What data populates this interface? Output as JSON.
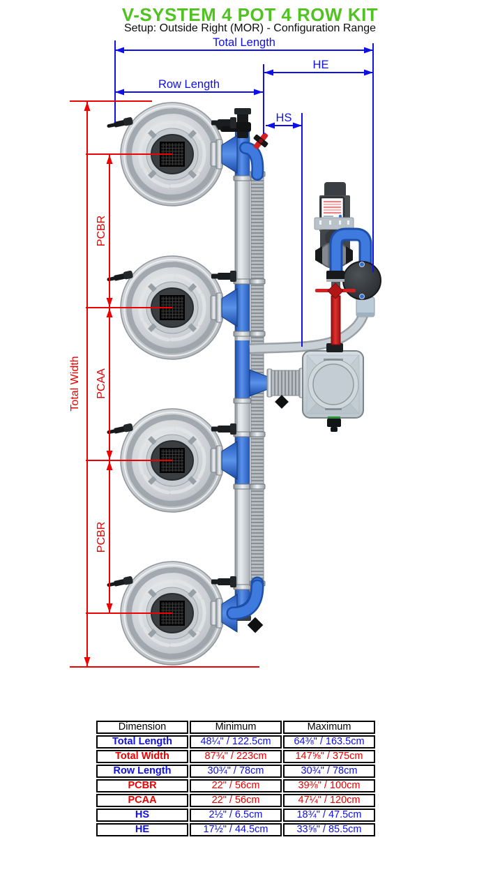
{
  "header": {
    "title": "V-SYSTEM 4 POT 4 ROW KIT",
    "subtitle": "Setup: Outside Right (MOR) - Configuration Range"
  },
  "colors": {
    "title_green": "#50c322",
    "dimension_blue": "#0f0fe8",
    "dimension_red": "#ec0000",
    "pipe_blue": "#2f6fd6"
  },
  "diagram": {
    "labels": {
      "total_length": "Total Length",
      "he": "HE",
      "row_length": "Row Length",
      "hs": "HS",
      "total_width": "Total Width",
      "pcbr_top": "PCBR",
      "pcaa": "PCAA",
      "pcbr_bottom": "PCBR"
    }
  },
  "table": {
    "headers": [
      "Dimension",
      "Minimum",
      "Maximum"
    ],
    "rows": [
      {
        "label": "Total Length",
        "min": "48¼\" / 122.5cm",
        "max": "64⅜\" / 163.5cm",
        "color": "blue"
      },
      {
        "label": "Total Width",
        "min": "87¾\" / 223cm",
        "max": "147⅝\" / 375cm",
        "color": "red"
      },
      {
        "label": "Row Length",
        "min": "30¾\" / 78cm",
        "max": "30¾\" / 78cm",
        "color": "blue"
      },
      {
        "label": "PCBR",
        "min": "22\" / 56cm",
        "max": "39⅜\" / 100cm",
        "color": "red"
      },
      {
        "label": "PCAA",
        "min": "22\" / 56cm",
        "max": "47¼\" / 120cm",
        "color": "red"
      },
      {
        "label": "HS",
        "min": "2½\" / 6.5cm",
        "max": "18¾\" / 47.5cm",
        "color": "blue"
      },
      {
        "label": "HE",
        "min": "17½\" / 44.5cm",
        "max": "33⅝\" / 85.5cm",
        "color": "blue"
      }
    ]
  }
}
